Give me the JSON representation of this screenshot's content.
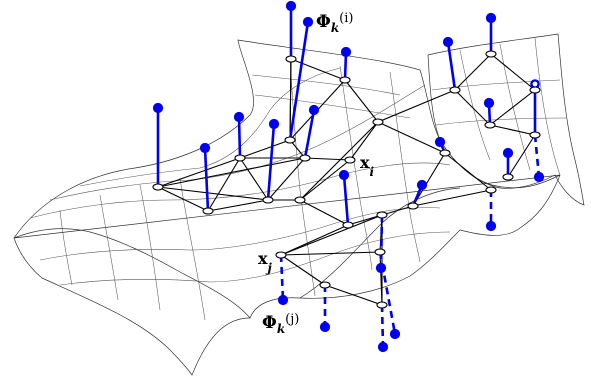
{
  "labels": {
    "phi_top": {
      "main": "Φ",
      "sub": "k",
      "paren": "(i)"
    },
    "phi_bottom": {
      "main": "Φ",
      "sub": "k",
      "paren": "(j)"
    },
    "x_i": {
      "main": "x",
      "sub": "i"
    },
    "x_j": {
      "main": "x",
      "sub": "j"
    }
  },
  "colors": {
    "signal": "#0000ee",
    "graph": "#000000",
    "surface": "#333333",
    "background": "#ffffff"
  }
}
